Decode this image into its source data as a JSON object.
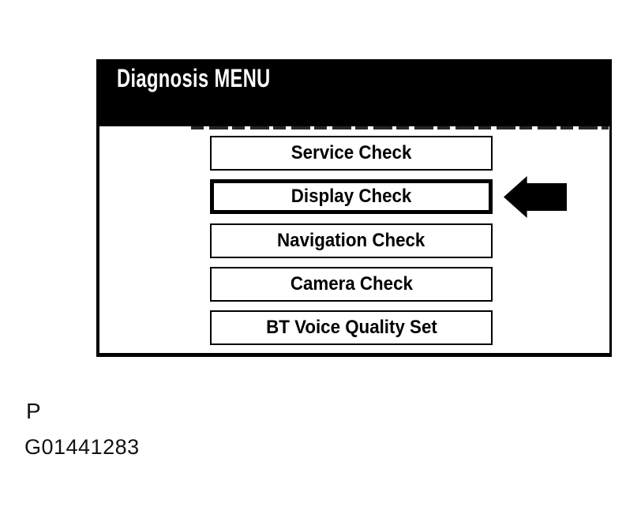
{
  "figure": {
    "label": "P",
    "id": "G01441283"
  },
  "screen": {
    "title": "Diagnosis MENU",
    "buttons": [
      {
        "label": "Service Check",
        "selected": false
      },
      {
        "label": "Display Check",
        "selected": true
      },
      {
        "label": "Navigation Check",
        "selected": false
      },
      {
        "label": "Camera Check",
        "selected": false
      },
      {
        "label": "BT Voice Quality Set",
        "selected": false
      }
    ],
    "selection_arrow": {
      "icon": "left-block-arrow-icon",
      "points_to": "Display Check"
    },
    "colors": {
      "header_bg": "#000000",
      "header_text": "#ffffff",
      "screen_bg": "#ffffff",
      "border": "#000000",
      "arrow": "#000000",
      "button_text": "#000000"
    }
  }
}
